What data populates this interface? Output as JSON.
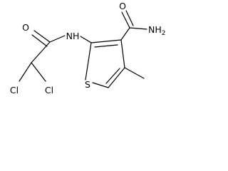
{
  "molecule": {
    "atoms": {
      "o_acyl": "O",
      "nh": "NH",
      "cl_1": "Cl",
      "cl_2": "Cl",
      "s": "S",
      "o_amide": "O",
      "nh2": "NH",
      "nh2_sub": "2"
    },
    "colors": {
      "bond": "#000000",
      "background": "#ffffff"
    }
  }
}
